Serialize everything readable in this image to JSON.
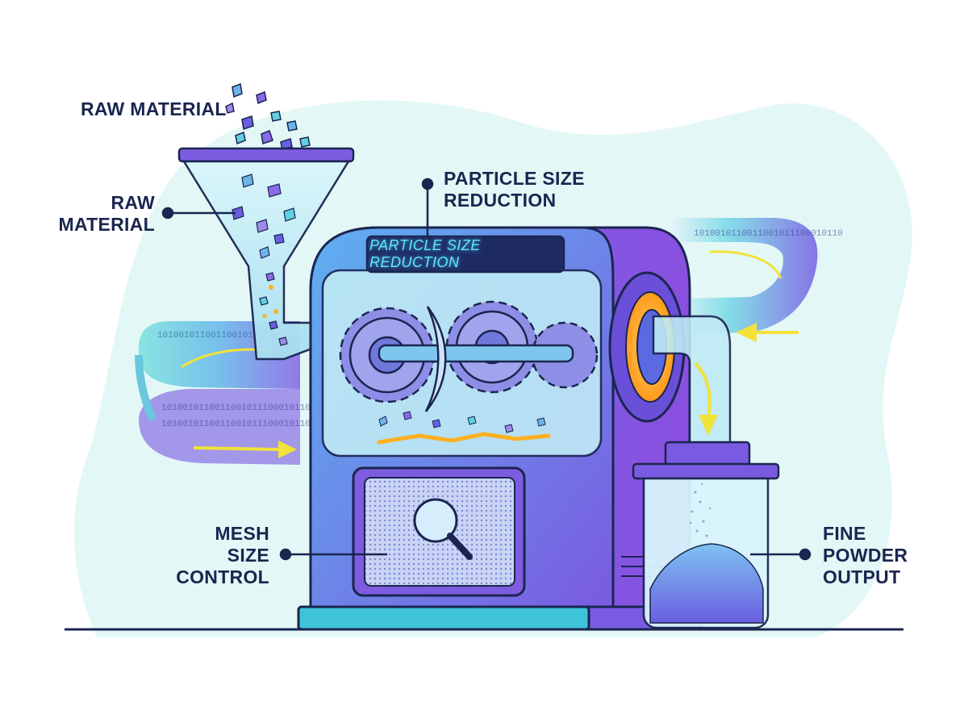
{
  "labels": {
    "raw_material_top": "RAW MATERIAL",
    "raw_material_side": [
      "RAW",
      "MATERIAL"
    ],
    "particle_size_reduction": [
      "PARTICLE SIZE",
      "REDUCTION"
    ],
    "panel_display": "PARTICLE SIZE REDUCTION",
    "mesh_size_control": [
      "MESH",
      "SIZE",
      "CONTROL"
    ],
    "fine_powder_output": [
      "FINE",
      "POWDER",
      "OUTPUT"
    ]
  },
  "binary_stream_text": "1010010110011001011100010110",
  "colors": {
    "ink": "#1b2550",
    "machine_blue": "#4f8ee6",
    "machine_purple": "#7d5ce0",
    "glass": "#bfeaf5",
    "accent_orange": "#ffb020",
    "arrow_yellow": "#f2e23a",
    "display_cyan": "#5ee7ff",
    "background_blob": "#e3f8f6"
  }
}
